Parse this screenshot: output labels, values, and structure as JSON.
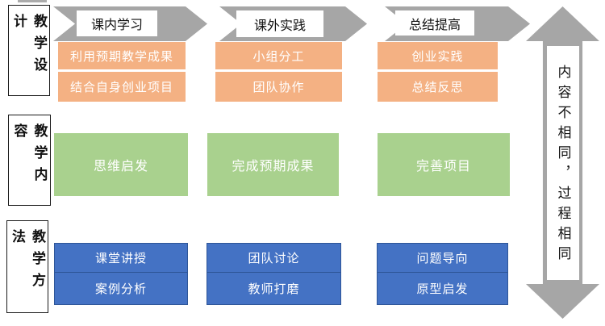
{
  "colors": {
    "orange": "#F4B183",
    "green": "#A9D18E",
    "blue": "#4472C4",
    "blue_border": "#2E5597",
    "gray": "#A6A6A6"
  },
  "row_labels": [
    {
      "text": "教学设计"
    },
    {
      "text": "教学内容"
    },
    {
      "text": "教学方法"
    }
  ],
  "columns": [
    {
      "header": "课内学习",
      "design_items": [
        "利用预期教学成果",
        "结合自身创业项目"
      ],
      "content_item": "思维启发",
      "method_items": [
        "课堂讲授",
        "案例分析"
      ]
    },
    {
      "header": "课外实践",
      "design_items": [
        "小组分工",
        "团队协作"
      ],
      "content_item": "完成预期成果",
      "method_items": [
        "团队讨论",
        "教师打磨"
      ]
    },
    {
      "header": "总结提高",
      "design_items": [
        "创业实践",
        "总结反思"
      ],
      "content_item": "完善项目",
      "method_items": [
        "问题导向",
        "原型启发"
      ]
    }
  ],
  "side_arrow": {
    "text": "内容不相同，过程相同"
  }
}
